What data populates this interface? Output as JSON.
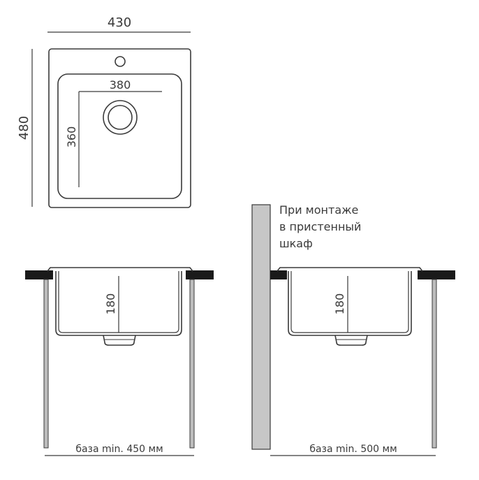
{
  "top_view": {
    "width_label": "430",
    "height_label": "480",
    "bowl_width_label": "380",
    "bowl_height_label": "360"
  },
  "side_view_left": {
    "depth_label": "180",
    "base_label": "база min. 450 мм"
  },
  "side_view_right": {
    "depth_label": "180",
    "base_label": "база min. 500 мм",
    "note_lines": [
      "При монтаже",
      "в пристенный",
      "шкаф"
    ]
  },
  "colors": {
    "line": "#3a3a3a",
    "countertop": "#1a1a1a",
    "leg_fill": "#bdbdbd",
    "wall_fill": "#c7c7c7"
  }
}
